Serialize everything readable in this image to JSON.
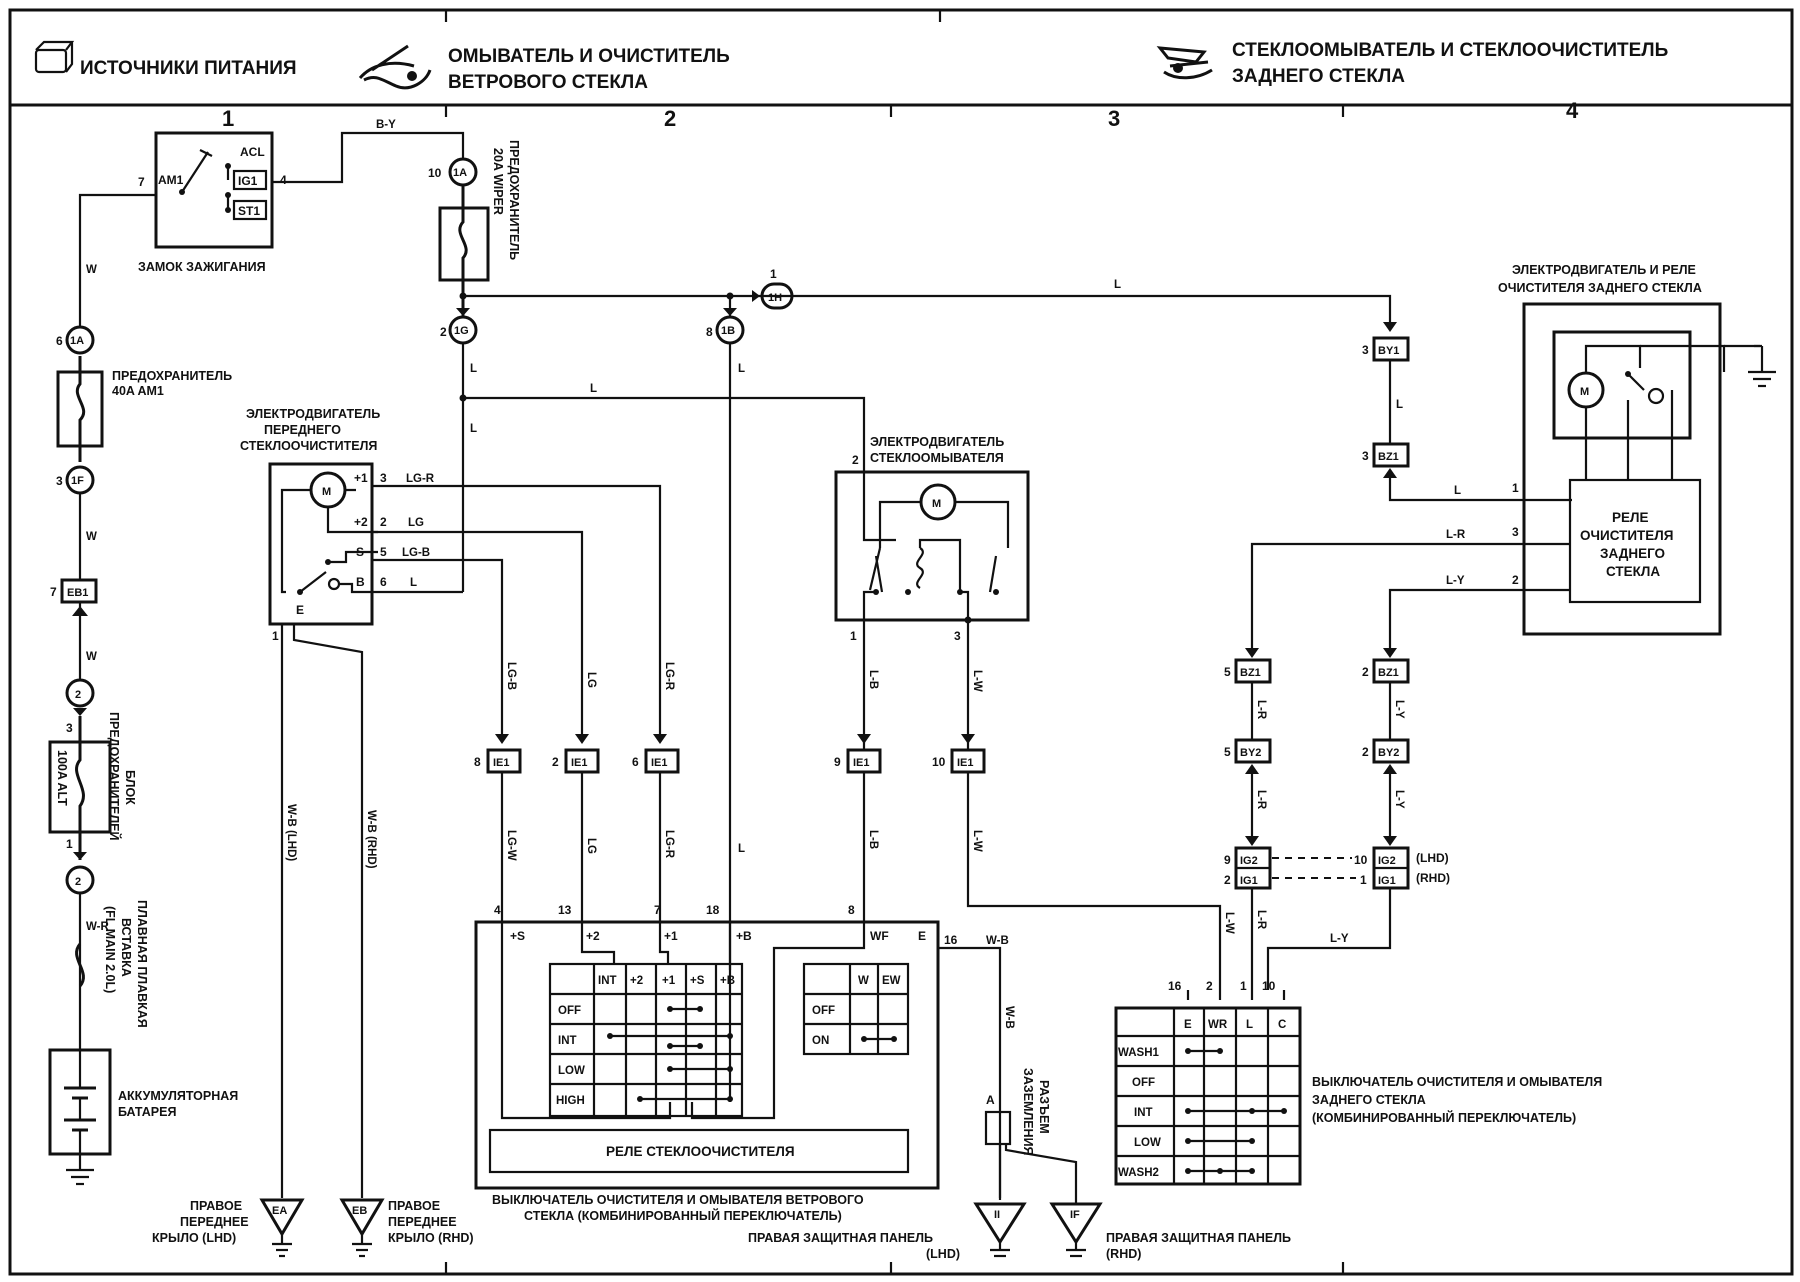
{
  "header": {
    "power_sources": "ИСТОЧНИКИ ПИТАНИЯ",
    "front_washer_line1": "ОМЫВАТЕЛЬ И ОЧИСТИТЕЛЬ",
    "front_washer_line2": "ВЕТРОВОГО СТЕКЛА",
    "rear_washer_line1": "СТЕКЛООМЫВАТЕЛЬ И СТЕКЛООЧИСТИТЕЛЬ",
    "rear_washer_line2": "ЗАДНЕГО СТЕКЛА",
    "columns": [
      "1",
      "2",
      "3",
      "4"
    ]
  },
  "ignition": {
    "label": "ЗАМОК ЗАЖИГАНИЯ",
    "pin_acl": "ACL",
    "pin_ig1": "IG1",
    "pin_st1": "ST1",
    "pin_am1": "AM1",
    "pin7": "7",
    "pin4": "4"
  },
  "fuses": {
    "am1_line1": "ПРЕДОХРАНИТЕЛЬ",
    "am1_line2": "40A AM1",
    "wiper_line1": "ПРЕДОХРАНИТЕЛЬ",
    "wiper_line2": "20A WIPER",
    "alt_value": "100A ALT",
    "block_line1": "БЛОК",
    "block_line2": "ПРЕДОХРАНИТЕЛЕЙ",
    "fl_line1": "ПЛАВНАЯ ПЛАВКАЯ",
    "fl_line2": "ВСТАВКА",
    "fl_line3": "(FL MAIN 2.0L)"
  },
  "battery": {
    "line1": "АККУМУЛЯТОРНАЯ",
    "line2": "БАТАРЕЯ"
  },
  "connectors": {
    "c6_1A": "6",
    "c1A": "1A",
    "c3_1F": "3",
    "c1F": "1F",
    "c7_EB1": "7",
    "cEB1": "EB1",
    "c2": "2",
    "c3": "3",
    "c1": "1",
    "c10_1A": "10",
    "c2_1G": "2",
    "c1G": "1G",
    "c8_1B": "8",
    "c1B": "1B",
    "c1_1H": "1",
    "c1H": "1H",
    "c3_BY1": "3",
    "cBY1": "BY1",
    "c3_BZ1": "3",
    "cBZ1": "BZ1",
    "c8_IE1": "8",
    "c2_IE1": "2",
    "c6_IE1": "6",
    "c9_IE1": "9",
    "c10_IE1": "10",
    "cIE1": "IE1",
    "c5_BZ1": "5",
    "c2_BZ1": "2",
    "c5_BY2": "5",
    "c2_BY2": "2",
    "cBY2": "BY2",
    "c9_IG2": "9",
    "c2_IG1": "2",
    "c10_IG2": "10",
    "c1_IG1": "1",
    "cIG2": "IG2",
    "cIG1": "IG1",
    "lhd": "(LHD)",
    "rhd": "(RHD)"
  },
  "wires": {
    "w": "W",
    "bY": "B-Y",
    "l": "L",
    "lgR": "LG-R",
    "lg": "LG",
    "lgB": "LG-B",
    "lgW": "LG-W",
    "lB": "L-B",
    "lW": "L-W",
    "lR": "L-R",
    "lY": "L-Y",
    "wB": "W-B",
    "wR": "W-R",
    "wbLhd": "W-B (LHD)",
    "wbRhd": "W-B (RHD)"
  },
  "front_wiper_motor": {
    "line1": "ЭЛЕКТРОДВИГАТЕЛЬ",
    "line2": "ПЕРЕДНЕГО",
    "line3": "СТЕКЛООЧИСТИТЕЛЯ",
    "p_plus1": "+1",
    "p_plus2": "+2",
    "p_s": "S",
    "p_b": "B",
    "p_e": "E",
    "n3": "3",
    "n2": "2",
    "n5": "5",
    "n6": "6",
    "n1": "1",
    "m": "M"
  },
  "washer_motor": {
    "line1": "ЭЛЕКТРОДВИГАТЕЛЬ",
    "line2": "СТЕКЛООМЫВАТЕЛЯ",
    "n2": "2",
    "n1": "1",
    "n3": "3"
  },
  "rear_motor": {
    "line1": "ЭЛЕКТРОДВИГАТЕЛЬ И РЕЛЕ",
    "line2": "ОЧИСТИТЕЛЯ ЗАДНЕГО СТЕКЛА",
    "relay_line1": "РЕЛЕ",
    "relay_line2": "ОЧИСТИТЕЛЯ",
    "relay_line3": "ЗАДНЕГО",
    "relay_line4": "СТЕКЛА",
    "n1": "1",
    "n3": "3",
    "n2": "2"
  },
  "front_switch": {
    "pins": [
      "4",
      "13",
      "7",
      "18",
      "8",
      "16"
    ],
    "pin_labels": [
      "+S",
      "+2",
      "+1",
      "+B",
      "WF",
      "E"
    ],
    "wiper_cols": [
      "INT",
      "+2",
      "+1",
      "+S",
      "+B"
    ],
    "wiper_rows": [
      "OFF",
      "INT",
      "LOW",
      "HIGH"
    ],
    "washer_cols": [
      "W",
      "EW"
    ],
    "washer_rows": [
      "OFF",
      "ON"
    ],
    "relay": "РЕЛЕ СТЕКЛООЧИСТИТЕЛЯ",
    "caption_line1": "ВЫКЛЮЧАТЕЛЬ ОЧИСТИТЕЛЯ И ОМЫВАТЕЛЯ  ВЕТРОВОГО",
    "caption_line2": "СТЕКЛА (КОМБИНИРОВАННЫЙ ПЕРЕКЛЮЧАТЕЛЬ)"
  },
  "rear_switch": {
    "pins": [
      "16",
      "2",
      "1",
      "10"
    ],
    "cols": [
      "E",
      "WR",
      "L",
      "C"
    ],
    "rows": [
      "WASH1",
      "OFF",
      "INT",
      "LOW",
      "WASH2"
    ],
    "caption_line1": "ВЫКЛЮЧАТЕЛЬ ОЧИСТИТЕЛЯ И ОМЫВАТЕЛЯ",
    "caption_line2": "ЗАДНЕГО СТЕКЛА",
    "caption_line3": "(КОМБИНИРОВАННЫЙ ПЕРЕКЛЮЧАТЕЛЬ)"
  },
  "grounds": {
    "ea": "EA",
    "eb": "EB",
    "ii": "II",
    "if": "IF",
    "ea_line1": "ПРАВОЕ",
    "ea_line2": "ПЕРЕДНЕЕ",
    "ea_line3": "КРЫЛО (LHD)",
    "eb_line1": "ПРАВОЕ",
    "eb_line2": "ПЕРЕДНЕЕ",
    "eb_line3": "КРЫЛО (RHD)",
    "ii_line1": "ПРАВАЯ ЗАЩИТНАЯ ПАНЕЛЬ",
    "ii_line2": "(LHD)",
    "if_line1": "ПРАВАЯ ЗАЩИТНАЯ ПАНЕЛЬ",
    "if_line2": "(RHD)",
    "joint_a": "A",
    "joint_line1": "РАЗЪЕМ",
    "joint_line2": "ЗАЗЕМЛЕНИЯ"
  }
}
